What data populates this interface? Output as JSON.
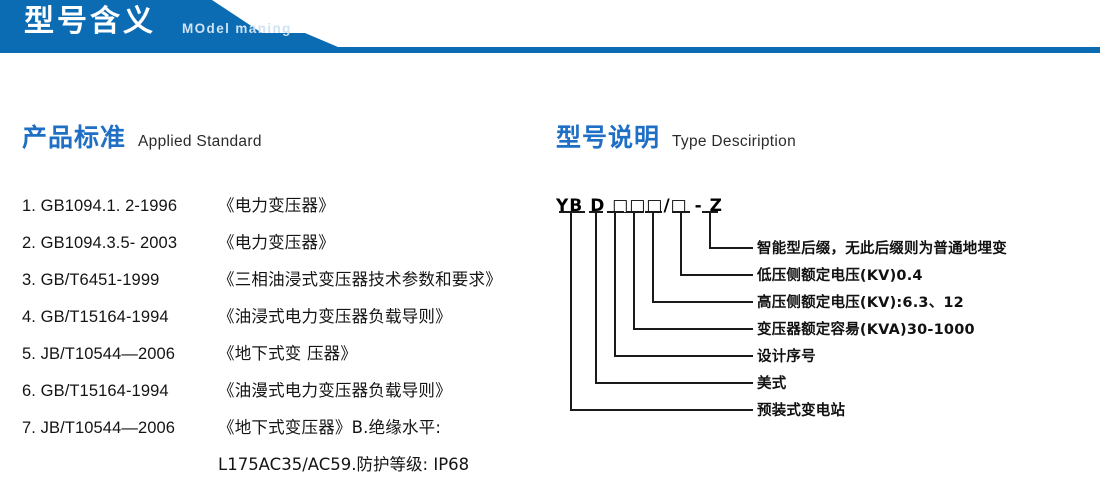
{
  "banner": {
    "title_cn": "型号含义",
    "title_en": "MOdel maning",
    "color": "#0b6cb4"
  },
  "sections": {
    "standard": {
      "cn": "产品标准",
      "en": "Applied Standard",
      "accent": "#1f6fc4"
    },
    "type": {
      "cn": "型号说明",
      "en": "Type Desciription",
      "accent": "#1f6fc4"
    }
  },
  "standards": [
    {
      "index": "1.",
      "code": "GB1094.1. 2-1996",
      "name": "《电力变压器》"
    },
    {
      "index": "2.",
      "code": "GB1094.3.5- 2003",
      "name": "《电力变压器》"
    },
    {
      "index": "3.",
      "code": "GB/T6451-1999",
      "name": "《三相油浸式变压器技术参数和要求》"
    },
    {
      "index": "4.",
      "code": "GB/T15164-1994",
      "name": "《油浸式电力变压器负载导则》"
    },
    {
      "index": "5.",
      "code": "JB/T10544—2006",
      "name": "《地下式变 压器》"
    },
    {
      "index": "6.",
      "code": "GB/T15164-1994",
      "name": "《油漫式电力变压器负载导则》"
    },
    {
      "index": "7.",
      "code": "JB/T10544—2006",
      "name": "《地下式变压器》B.绝缘水平:"
    }
  ],
  "standards_continuation": "L175AC35/AC59.防护等级: IP68",
  "model_code": {
    "segments": [
      "YB",
      "D",
      "□",
      "□",
      "□",
      "/□",
      "-",
      "Z"
    ],
    "full": "YB D □□□/□ - Z"
  },
  "leaders": [
    {
      "label": "智能型后缀，无此后缀则为普通地埋变"
    },
    {
      "label": "低压侧额定电压(KV)0.4"
    },
    {
      "label": "高压侧额定电压(KV):6.3、12"
    },
    {
      "label": "变压器额定容昜(KVA)30-1000"
    },
    {
      "label": "设计序号"
    },
    {
      "label": "美式"
    },
    {
      "label": "预装式变电站"
    }
  ]
}
